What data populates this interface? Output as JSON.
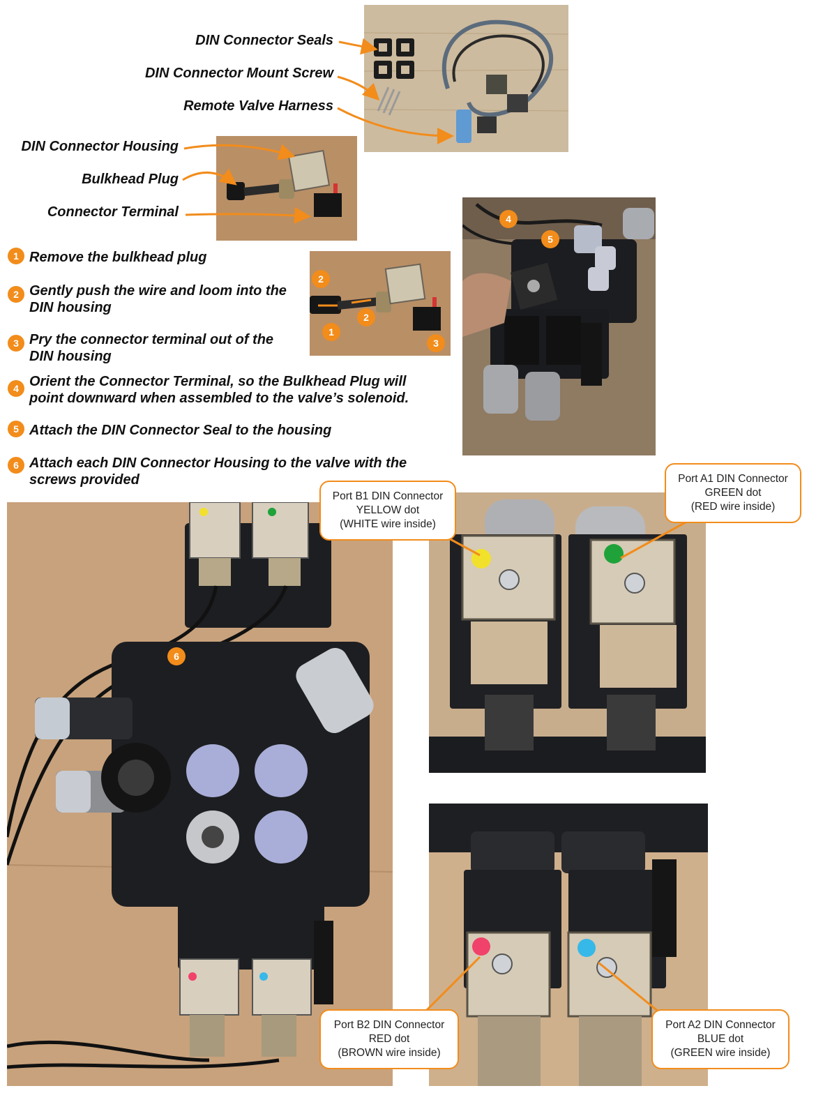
{
  "top_labels": {
    "seals": "DIN Connector Seals",
    "mount_screw": "DIN Connector Mount Screw",
    "harness": "Remote Valve Harness",
    "housing": "DIN Connector Housing",
    "bulkhead": "Bulkhead Plug",
    "terminal": "Connector Terminal"
  },
  "steps": [
    {
      "num": "1",
      "text": "Remove the bulkhead plug"
    },
    {
      "num": "2",
      "text": "Gently push the wire and loom into the DIN housing"
    },
    {
      "num": "3",
      "text": "Pry the connector terminal out of the DIN housing"
    },
    {
      "num": "4",
      "text": "Orient the Connector Terminal, so the Bulkhead Plug will point downward when assembled to the valve’s solenoid."
    },
    {
      "num": "5",
      "text": "Attach the DIN Connector Seal to the housing"
    },
    {
      "num": "6",
      "text": "Attach each DIN Connector Housing to the valve with the screws provided"
    }
  ],
  "photo_badges": {
    "step_photo": [
      "2",
      "1",
      "2",
      "3"
    ],
    "valve_photo": [
      "4",
      "5"
    ],
    "main_photo": [
      "6"
    ]
  },
  "callouts": {
    "b1": {
      "title": "Port B1 DIN Connector",
      "dot": "YELLOW dot",
      "wire": "(WHITE wire inside)"
    },
    "a1": {
      "title": "Port A1 DIN Connector",
      "dot": "GREEN dot",
      "wire": "(RED wire inside)"
    },
    "b2": {
      "title": "Port B2 DIN Connector",
      "dot": "RED dot",
      "wire": "(BROWN wire inside)"
    },
    "a2": {
      "title": "Port A2 DIN Connector",
      "dot": "BLUE dot",
      "wire": "(GREEN wire inside)"
    }
  },
  "colors": {
    "accent": "#f28c1b",
    "cardboard": "#c9a27a",
    "wood": "#c9b79c",
    "valve_black": "#1e1f22",
    "yellow_dot": "#f2e12a",
    "green_dot": "#1fa23a",
    "red_dot": "#f0426a",
    "blue_dot": "#36b8e8"
  }
}
